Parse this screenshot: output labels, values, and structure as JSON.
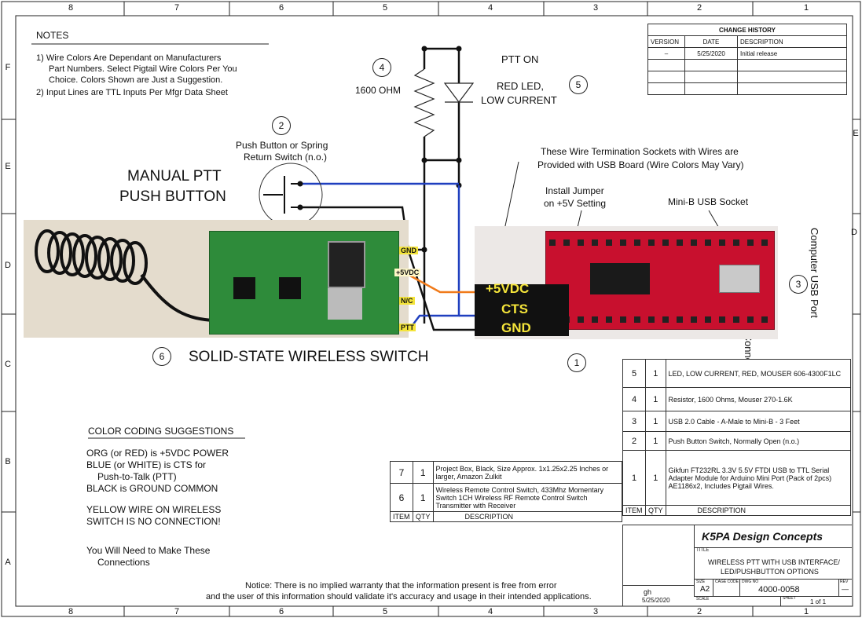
{
  "zones": {
    "columns": [
      "8",
      "7",
      "6",
      "5",
      "4",
      "3",
      "2",
      "1"
    ],
    "rows": [
      "F",
      "E",
      "D",
      "C",
      "B",
      "A"
    ]
  },
  "notes": {
    "title": "NOTES",
    "line1": "1) Wire Colors Are Dependant on Manufacturers",
    "line2": "Part Numbers. Select Pigtail Wire Colors Per You",
    "line3": "Choice. Colors Shown are Just a Suggestion.",
    "line4": "2) Input Lines are TTL Inputs Per Mfgr Data Sheet"
  },
  "change_history": {
    "title": "CHANGE HISTORY",
    "headers": [
      "VERSION",
      "DATE",
      "DESCRIPTION"
    ],
    "row": [
      "–",
      "5/25/2020",
      "Initial release"
    ]
  },
  "labels": {
    "resistor": "1600 OHM",
    "ptt_on": "PTT ON",
    "led_line1": "RED LED,",
    "led_line2": "LOW CURRENT",
    "pushbutton_line1": "Push Button or Spring",
    "pushbutton_line2": "Return Switch (n.o.)",
    "manual_line1": "MANUAL PTT",
    "manual_line2": "PUSH BUTTON",
    "sockets_line1": "These Wire Termination Sockets with Wires are",
    "sockets_line2": "Provided with USB Board (Wire Colors May Vary)",
    "jumper_line1": "Install Jumper",
    "jumper_line2": "on +5V Setting",
    "minib": "Mini-B USB Socket",
    "add_cable_line1": "Add Cable & Connect to",
    "add_cable_line2": "Computer USB Port",
    "wireless_switch": "SOLID-STATE WIRELESS SWITCH",
    "pcb_gnd": "GND",
    "pcb_5v": "+5VDC",
    "pcb_nc": "N/C",
    "pcb_ptt": "PTT",
    "conn_5v": "+5VDC",
    "conn_cts": "CTS",
    "conn_gnd": "GND"
  },
  "bubbles": [
    "1",
    "2",
    "3",
    "4",
    "5",
    "6"
  ],
  "bom_right": {
    "rows": [
      {
        "item": "5",
        "qty": "1",
        "desc": "LED, LOW CURRENT, RED, MOUSER 606-4300F1LC"
      },
      {
        "item": "4",
        "qty": "1",
        "desc": "Resistor, 1600 Ohms, Mouser 270-1.6K"
      },
      {
        "item": "3",
        "qty": "1",
        "desc": "USB 2.0 Cable - A-Male to Mini-B - 3 Feet"
      },
      {
        "item": "2",
        "qty": "1",
        "desc": "Push Button Switch, Normally Open (n.o.)"
      },
      {
        "item": "1",
        "qty": "1",
        "desc": "Gikfun FT232RL 3.3V 5.5V FTDI USB to TTL Serial Adapter Module for Arduino Mini Port (Pack of 2pcs) AE1186x2, Includes Pigtail Wires."
      }
    ],
    "headers": [
      "ITEM",
      "QTY",
      "DESCRIPTION"
    ]
  },
  "bom_left": {
    "rows": [
      {
        "item": "7",
        "qty": "1",
        "desc": "Project Box, Black, Size Approx. 1x1.25x2.25 Inches or larger, Amazon Zulkit"
      },
      {
        "item": "6",
        "qty": "1",
        "desc": "Wireless Remote Control Switch, 433Mhz Momentary Switch 1CH Wireless RF Remote Control Switch Transmitter with Receiver"
      }
    ],
    "headers": [
      "ITEM",
      "QTY",
      "DESCRIPTION"
    ]
  },
  "color_coding": {
    "title": "COLOR CODING SUGGESTIONS",
    "l1": "ORG (or RED) is +5VDC POWER",
    "l2": "BLUE (or WHITE) is CTS for",
    "l3": "Push-to-Talk (PTT)",
    "l4": "BLACK is GROUND COMMON",
    "l5": "YELLOW WIRE ON WIRELESS",
    "l6": "SWITCH IS NO CONNECTION!",
    "l7": "You Will Need to Make These",
    "l8": "Connections"
  },
  "notice": {
    "l1": "Notice: There is no implied warranty that the information present is free from error",
    "l2": "and the user of this information should validate it's accuracy and usage in their intended applications."
  },
  "title_block": {
    "company": "K5PA Design Concepts",
    "title_label": "TITLE",
    "title_l1": "WIRELESS PTT WITH USB INTERFACE/",
    "title_l2": "LED/PUSHBUTTON OPTIONS",
    "size_label": "SIZE",
    "size": "A2",
    "cage_label": "CAGE CODE",
    "dwg_label": "DWG NO",
    "dwg": "4000-0058",
    "rev_label": "REV",
    "rev": "—",
    "drawn_by": "gh",
    "date": "5/25/2020",
    "scale_label": "SCALE",
    "sheet_label": "SHEET",
    "sheet": "1 of 1"
  },
  "colors": {
    "blue_wire": "#1f3fbf",
    "orange_wire": "#f07a1a",
    "black_wire": "#111111",
    "pcb_green": "#2e8b3a",
    "ftdi_red": "#c8102e",
    "label_yellow": "#f4e43a"
  }
}
